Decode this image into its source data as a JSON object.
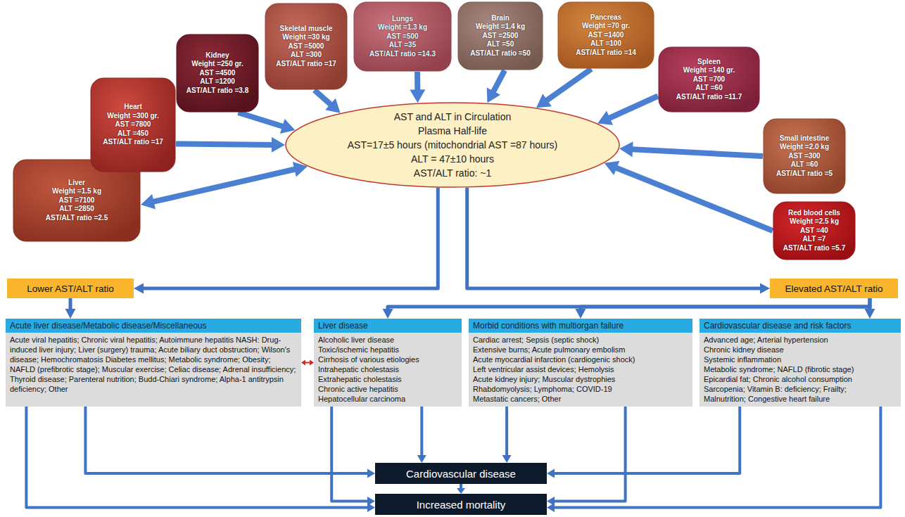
{
  "diagram": {
    "nodes": [
      {
        "text": [
          "Liver",
          "Weight =1.5 kg",
          "AST =7100",
          "ALT =2850",
          "AST/ALT ratio =2.5"
        ]
      },
      {
        "text": [
          "Heart",
          "Weight =300 gr.",
          "AST =7800",
          "ALT =450",
          "AST/ALT ratio =17"
        ]
      },
      {
        "text": [
          "Kidney",
          "Weight =250 gr.",
          "AST =4500",
          "ALT =1200",
          "AST/ALT ratio =3.8"
        ]
      },
      {
        "text": [
          "Skeletal muscle",
          "Weight =30 kg",
          "AST =5000",
          "ALT =300",
          "AST/ALT ratio =17"
        ]
      },
      {
        "text": [
          "Lungs",
          "Weight =1.3 kg",
          "AST =500",
          "ALT =35",
          "AST/ALT ratio =14.3"
        ]
      },
      {
        "text": [
          "Brain",
          "Weight =1.4 kg",
          "AST =2500",
          "ALT =50",
          "AST/ALT ratio =50"
        ]
      },
      {
        "text": [
          "Pancreas",
          "Weight =70 gr.",
          "AST =1400",
          "ALT =100",
          "AST/ALT ratio =14"
        ]
      },
      {
        "text": [
          "Spleen",
          "Weight =140 gr.",
          "AST =700",
          "ALT =60",
          "AST/ALT ratio =11.7"
        ]
      },
      {
        "text": [
          "Small intestine",
          "Weight =2.0 kg",
          "AST =300",
          "ALT =60",
          "AST/ALT ratio =5"
        ]
      },
      {
        "text": [
          "Red blood cells",
          "Weight =2.5 kg",
          "AST =40",
          "ALT =7",
          "AST/ALT ratio =5.7"
        ]
      },
      {
        "text": [
          "AST and ALT in Circulation",
          "Plasma Half-life",
          "AST=17±5 hours (mitochondrial AST =87 hours)",
          "ALT = 47±10 hours",
          "AST/ALT ratio: ~1"
        ]
      },
      {
        "text": [
          "Lower AST/ALT ratio"
        ]
      },
      {
        "text": [
          "Elevated AST/ALT ratio"
        ]
      },
      {
        "text": [
          "Acute liver disease/Metabolic disease/Miscellaneous",
          "Acute viral hepatitis; Chronic viral hepatitis; Autoimmune hepatitis NASH: Drug-induced liver injury; Liver (surgery) trauma; Acute biliary duct obstruction; Wilson's disease; Hemochromatosis Diabetes mellitus; Metabolic syndrome; Obesity; NAFLD (prefibrotic stage); Muscular exercise; Celiac disease; Adrenal insufficiency; Thyroid disease; Parenteral nutrition; Budd-Chiari syndrome; Alpha-1 antitrypsin deficiency; Other"
        ]
      },
      {
        "text": [
          "Liver disease",
          "Alcoholic liver disease",
          "Toxic/ischemic hepatitis",
          "Cirrhosis of various etiologies",
          "Intrahepatic cholestasis",
          "Extrahepatic cholestasis",
          "Chronic active hepatitis",
          "Hepatocellular carcinoma"
        ]
      },
      {
        "text": [
          "Morbid conditions with multiorgan failure",
          "Cardiac arrest; Sepsis (septic shock)",
          "Extensive burns; Acute pulmonary embolism",
          "Acute myocardial infarction (cardiogenic shock)",
          "Left ventricular assist devices; Hemolysis",
          "Acute kidney injury; Muscular dystrophies",
          "Rhabdomyolysis; Lymphoma; COVID-19",
          "Metastatic cancers; Other"
        ]
      },
      {
        "text": [
          "Cardiovascular disease and risk factors",
          "Advanced age; Arterial hypertension",
          "Chronic kidney disease",
          "Systemic inflammation",
          "Metabolic syndrome; NAFLD (fibrotic stage)",
          "Epicardial fat; Chronic alcohol consumption",
          "Sarcopenia; Vitamin B: deficiency; Frailty;",
          "Malnutrition; Congestive heart failure"
        ]
      },
      {
        "text": [
          "Cardiovascular disease"
        ]
      },
      {
        "text": [
          "Increased mortality"
        ]
      }
    ],
    "edges": [
      {
        "from": 0,
        "to": 10,
        "arrow": "both"
      },
      {
        "from": 1,
        "to": 10,
        "arrow": "to"
      },
      {
        "from": 2,
        "to": 10,
        "arrow": "to"
      },
      {
        "from": 3,
        "to": 10,
        "arrow": "to"
      },
      {
        "from": 4,
        "to": 10,
        "arrow": "to"
      },
      {
        "from": 5,
        "to": 10,
        "arrow": "to"
      },
      {
        "from": 6,
        "to": 10,
        "arrow": "to"
      },
      {
        "from": 7,
        "to": 10,
        "arrow": "to"
      },
      {
        "from": 8,
        "to": 10,
        "arrow": "to"
      },
      {
        "from": 9,
        "to": 10,
        "arrow": "to"
      },
      {
        "from": 10,
        "to": 11,
        "arrow": "to"
      },
      {
        "from": 10,
        "to": 12,
        "arrow": "to"
      },
      {
        "from": 11,
        "to": 13,
        "arrow": "to"
      },
      {
        "from": 12,
        "to": 14,
        "arrow": "to"
      },
      {
        "from": 12,
        "to": 15,
        "arrow": "to"
      },
      {
        "from": 12,
        "to": 16,
        "arrow": "to"
      },
      {
        "from": 13,
        "to": 14,
        "arrow": "both"
      },
      {
        "from": 13,
        "to": 17,
        "arrow": "to"
      },
      {
        "from": 13,
        "to": 18,
        "arrow": "to"
      },
      {
        "from": 14,
        "to": 17,
        "arrow": "to"
      },
      {
        "from": 14,
        "to": 18,
        "arrow": "to"
      },
      {
        "from": 15,
        "to": 17,
        "arrow": "to"
      },
      {
        "from": 15,
        "to": 18,
        "arrow": "to"
      },
      {
        "from": 16,
        "to": 17,
        "arrow": "to"
      },
      {
        "from": 16,
        "to": 18,
        "arrow": "to"
      },
      {
        "from": 17,
        "to": 18,
        "arrow": "to"
      }
    ]
  }
}
